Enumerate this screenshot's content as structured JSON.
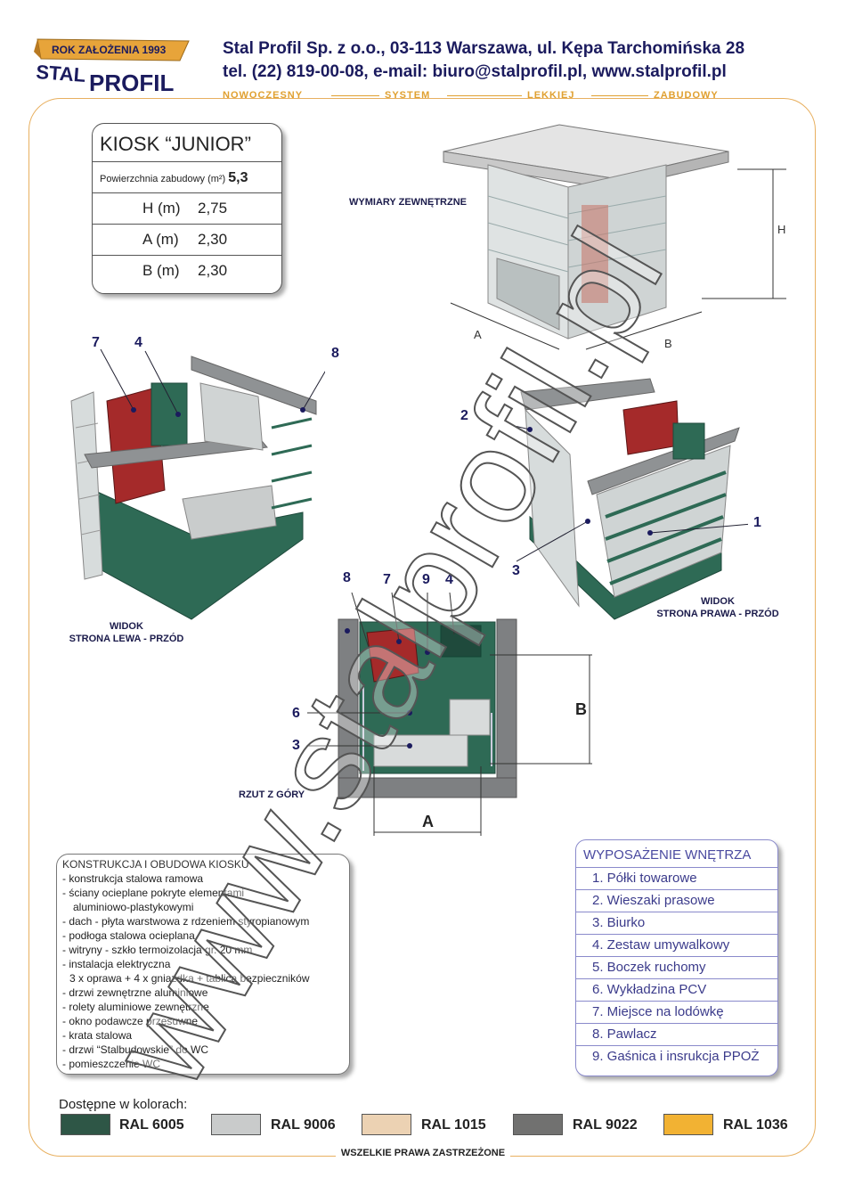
{
  "header": {
    "logo_year": "ROK ZAŁOŻENIA 1993",
    "logo_line1": "STAL",
    "logo_line2": "PROFIL",
    "company": "Stal Profil Sp. z o.o., 03-113 Warszawa, ul. Kępa Tarchomińska 28",
    "contact": "tel. (22) 819-00-08,  e-mail: biuro@stalprofil.pl,  www.stalprofil.pl",
    "tagline": [
      "NOWOCZESNY",
      "SYSTEM",
      "LEKKIEJ",
      "ZABUDOWY"
    ]
  },
  "spec": {
    "title": "KIOSK “JUNIOR”",
    "area_label": "Powierzchnia zabudowy (m²)",
    "area_value": "5,3",
    "rows": [
      {
        "label": "H (m)",
        "value": "2,75"
      },
      {
        "label": "A (m)",
        "value": "2,30"
      },
      {
        "label": "B (m)",
        "value": "2,30"
      }
    ]
  },
  "labels": {
    "dims": "WYMIARY ZEWNĘTRZNE",
    "left_view_1": "WIDOK",
    "left_view_2": "STRONA LEWA - PRZÓD",
    "right_view_1": "WIDOK",
    "right_view_2": "STRONA PRAWA - PRZÓD",
    "top_view": "RZUT Z GÓRY",
    "dim_H": "H",
    "dim_A": "A",
    "dim_B": "B",
    "plan_A": "A",
    "plan_B": "B"
  },
  "callouts": {
    "left": [
      "7",
      "4",
      "8"
    ],
    "right": [
      "2",
      "1",
      "3"
    ],
    "top": [
      "8",
      "7",
      "9",
      "4",
      "6",
      "3"
    ]
  },
  "construction": {
    "title": "KONSTRUKCJA I OBUDOWA KIOSKU",
    "lines": [
      "- konstrukcja stalowa ramowa",
      "- ściany ocieplane pokryte elementami",
      "   aluminiowo-plastykowymi",
      "- dach - płyta warstwowa z rdzeniem styropianowym",
      "- podłoga stalowa ocieplana",
      "- witryny - szkło termoizolacja gr. 20 mm",
      "- instalacja elektryczna",
      "   3 x oprawa + 4 x gniazdka + tablica bezpieczników",
      "- drzwi zewnętrzne aluminiowe",
      "- rolety aluminiowe zewnętrzne",
      "- okno podawcze przesuwne",
      "- krata stalowa",
      "- drzwi “Stalbudowskie” do WC",
      "- pomieszczenie WC"
    ]
  },
  "equipment": {
    "title": "WYPOSAŻENIE WNĘTRZA",
    "items": [
      "1.  Półki towarowe",
      "2.  Wieszaki prasowe",
      "3.  Biurko",
      "4.  Zestaw umywalkowy",
      "5.  Boczek ruchomy",
      "6.  Wykładzina PCV",
      "7.  Miejsce na lodówkę",
      "8.  Pawlacz",
      "9.  Gaśnica i insrukcja PPOŻ"
    ]
  },
  "colors": {
    "title": "Dostępne w kolorach:",
    "swatches": [
      {
        "label": "RAL 6005",
        "color": "#2e5646"
      },
      {
        "label": "RAL 9006",
        "color": "#c9cbcb"
      },
      {
        "label": "RAL 1015",
        "color": "#ecd2b3"
      },
      {
        "label": "RAL 9022",
        "color": "#717170"
      },
      {
        "label": "RAL 1036",
        "color": "#f2b233"
      }
    ]
  },
  "footer": "WSZELKIE PRAWA ZASTRZEŻONE",
  "watermark": "www.stalprofil.pl",
  "palette": {
    "green": "#2e6a55",
    "dark_green": "#1f4a3c",
    "grey": "#9c9ea0",
    "red": "#a52a2a",
    "accent": "#e0a030",
    "navy": "#1b1b5e"
  }
}
